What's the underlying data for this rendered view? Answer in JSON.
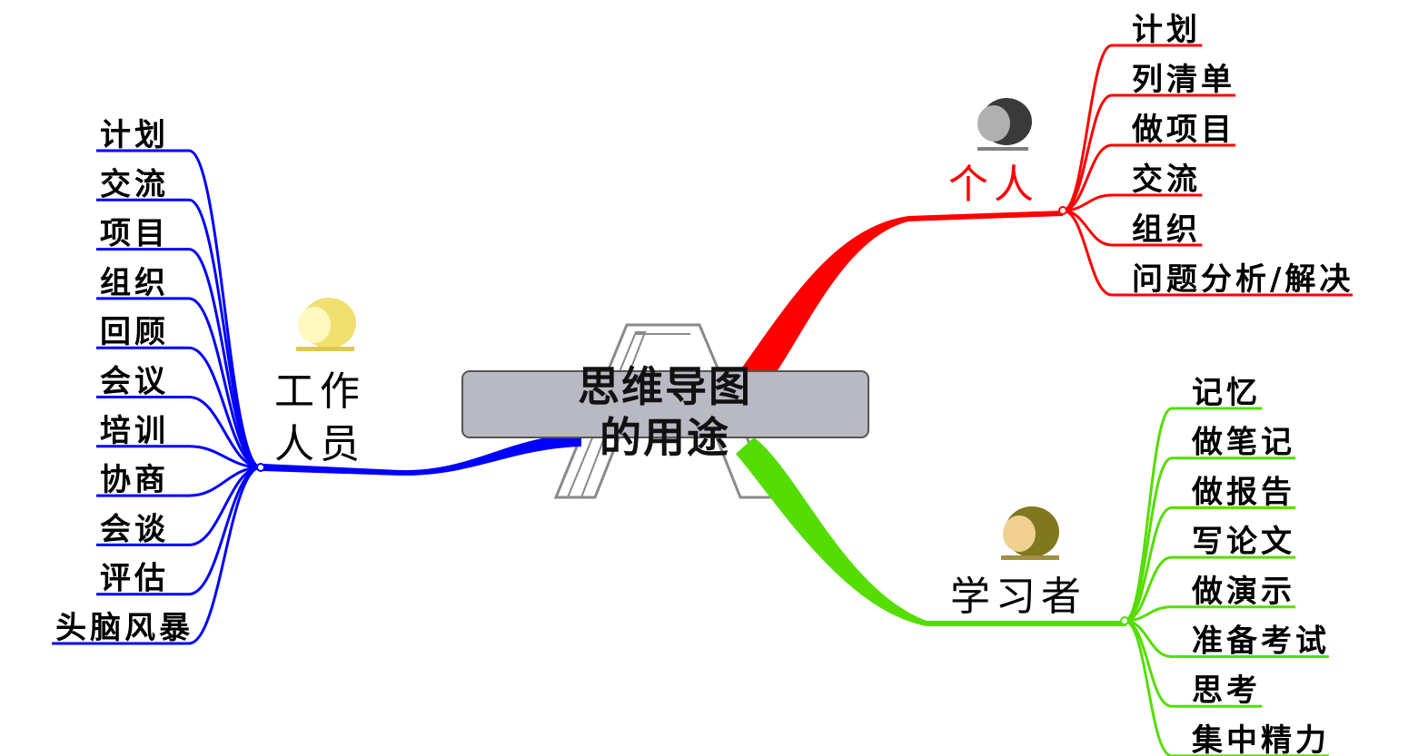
{
  "center": {
    "line1": "思维导图",
    "line2": "的用途",
    "fill": "#b8b9c2"
  },
  "branches": {
    "personal": {
      "label": "个人",
      "color": "#ff0000",
      "icon": "person-dark-icon",
      "items": [
        "计划",
        "列清单",
        "做项目",
        "交流",
        "组织",
        "问题分析/解决"
      ]
    },
    "staff": {
      "line1": "工作",
      "line2": "人员",
      "color": "#0000ff",
      "icon": "person-light-icon",
      "items": [
        "计划",
        "交流",
        "项目",
        "组织",
        "回顾",
        "会议",
        "培训",
        "协商",
        "会谈",
        "评估",
        "头脑风暴"
      ]
    },
    "learner": {
      "label": "学习者",
      "color": "#55dd00",
      "icon": "person-olive-icon",
      "items": [
        "记忆",
        "做笔记",
        "做报告",
        "写论文",
        "做演示",
        "准备考试",
        "思考",
        "集中精力"
      ]
    }
  }
}
